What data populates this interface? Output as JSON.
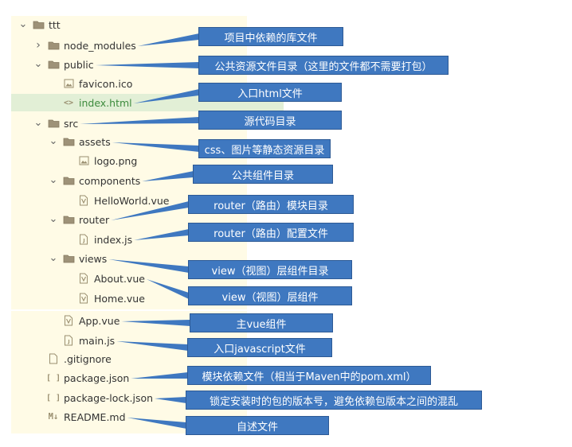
{
  "tree": [
    {
      "name": "ttt",
      "type": "folder",
      "expanded": true,
      "depth": 0,
      "icon": "folder-icon"
    },
    {
      "name": "node_modules",
      "type": "folder",
      "expanded": false,
      "depth": 1,
      "icon": "folder-icon"
    },
    {
      "name": "public",
      "type": "folder",
      "expanded": true,
      "depth": 1,
      "icon": "folder-icon"
    },
    {
      "name": "favicon.ico",
      "type": "file",
      "depth": 2,
      "icon": "image-file-icon"
    },
    {
      "name": "index.html",
      "type": "file",
      "depth": 2,
      "icon": "html-file-icon",
      "selected": true
    },
    {
      "name": "src",
      "type": "folder",
      "expanded": true,
      "depth": 1,
      "icon": "folder-icon"
    },
    {
      "name": "assets",
      "type": "folder",
      "expanded": true,
      "depth": 2,
      "icon": "folder-icon"
    },
    {
      "name": "logo.png",
      "type": "file",
      "depth": 3,
      "icon": "image-file-icon"
    },
    {
      "name": "components",
      "type": "folder",
      "expanded": true,
      "depth": 2,
      "icon": "folder-icon"
    },
    {
      "name": "HelloWorld.vue",
      "type": "file",
      "depth": 3,
      "icon": "vue-file-icon"
    },
    {
      "name": "router",
      "type": "folder",
      "expanded": true,
      "depth": 2,
      "icon": "folder-icon"
    },
    {
      "name": "index.js",
      "type": "file",
      "depth": 3,
      "icon": "js-file-icon"
    },
    {
      "name": "views",
      "type": "folder",
      "expanded": true,
      "depth": 2,
      "icon": "folder-icon"
    },
    {
      "name": "About.vue",
      "type": "file",
      "depth": 3,
      "icon": "vue-file-icon"
    },
    {
      "name": "Home.vue",
      "type": "file",
      "depth": 3,
      "icon": "vue-file-icon"
    },
    {
      "name": "App.vue",
      "type": "file",
      "depth": 2,
      "icon": "vue-file-icon"
    },
    {
      "name": "main.js",
      "type": "file",
      "depth": 2,
      "icon": "js-file-icon"
    },
    {
      "name": ".gitignore",
      "type": "file",
      "depth": 1,
      "icon": "generic-file-icon"
    },
    {
      "name": "package.json",
      "type": "file",
      "depth": 1,
      "icon": "json-file-icon"
    },
    {
      "name": "package-lock.json",
      "type": "file",
      "depth": 1,
      "icon": "json-file-icon"
    },
    {
      "name": "README.md",
      "type": "file",
      "depth": 1,
      "icon": "markdown-file-icon"
    }
  ],
  "callouts": [
    {
      "text": "项目中依赖的库文件",
      "target": 1
    },
    {
      "text": "公共资源文件目录（这里的文件都不需要打包）",
      "target": 2
    },
    {
      "text": "入口html文件",
      "target": 4
    },
    {
      "text": "源代码目录",
      "target": 5
    },
    {
      "text": "css、图片等静态资源目录",
      "target": 6
    },
    {
      "text": "公共组件目录",
      "target": 8
    },
    {
      "text": "router（路由）模块目录",
      "target": 10
    },
    {
      "text": "router（路由）配置文件",
      "target": 11
    },
    {
      "text": "view（视图）层组件目录",
      "target": 12
    },
    {
      "text": "view（视图）层组件",
      "target": 13
    },
    {
      "text": "主vue组件",
      "target": 15
    },
    {
      "text": "入口javascript文件",
      "target": 16
    },
    {
      "text": "模块依赖文件（相当于Maven中的pom.xml）",
      "target": 18
    },
    {
      "text": "锁定安装时的包的版本号，避免依赖包版本之间的混乱",
      "target": 19
    },
    {
      "text": "自述文件",
      "target": 20
    }
  ],
  "colors": {
    "panel": "#fffbe6",
    "selected_row": "#e2efd6",
    "selected_text": "#3d8b3d",
    "callout_fill": "#3f78c0",
    "callout_border": "#2d5a95",
    "leader": "#3f78c0"
  }
}
